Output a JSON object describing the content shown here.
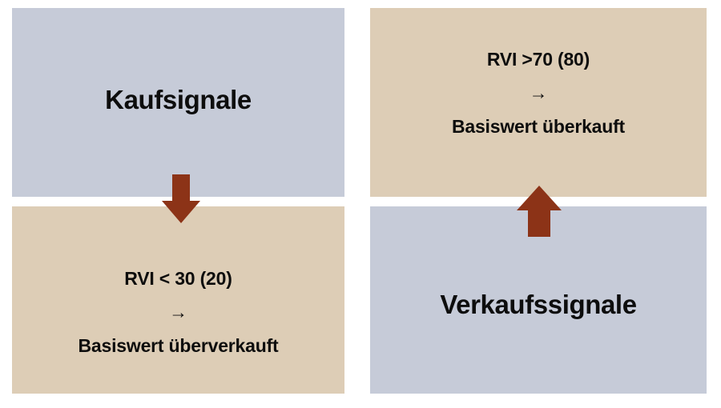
{
  "diagram": {
    "title_hidden": "",
    "colors": {
      "panel_blue": "#c6cbd8",
      "panel_tan": "#ddcdb6",
      "arrow_rust": "#8c3317",
      "text": "#0d0d0d",
      "background": "#ffffff"
    }
  },
  "panels": {
    "buy": {
      "label": "Kaufsignale",
      "color": "#c6cbd8"
    },
    "oversold": {
      "line1": "RVI < 30 (20)",
      "arrow": "→",
      "line3": "Basiswert überverkauft",
      "color": "#ddcdb6"
    },
    "overbought": {
      "line1": "RVI >70 (80)",
      "arrow": "→",
      "line3": "Basiswert überkauft",
      "color": "#ddcdb6"
    },
    "sell": {
      "label": "Verkaufssignale",
      "color": "#c6cbd8"
    }
  },
  "arrows": {
    "down": {
      "name": "arrow-down-icon",
      "direction": "down",
      "color": "#8c3317"
    },
    "up": {
      "name": "arrow-up-icon",
      "direction": "up",
      "color": "#8c3317"
    }
  }
}
